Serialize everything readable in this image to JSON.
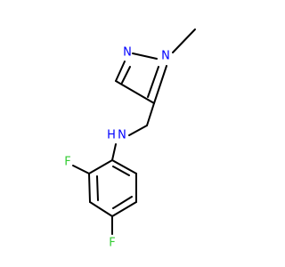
{
  "molecule": {
    "atoms": {
      "n_pyrazole_2": {
        "symbol": "N",
        "color": "#0000ff"
      },
      "n_pyrazole_1": {
        "symbol": "N",
        "color": "#0000ff"
      },
      "n_amine": {
        "symbol": "N",
        "color": "#0000ff"
      },
      "h_amine": {
        "symbol": "H",
        "color": "#0000ff"
      },
      "f_ortho": {
        "symbol": "F",
        "color": "#33cc33"
      },
      "f_para": {
        "symbol": "F",
        "color": "#33cc33"
      }
    },
    "bond_color": "#000000"
  }
}
